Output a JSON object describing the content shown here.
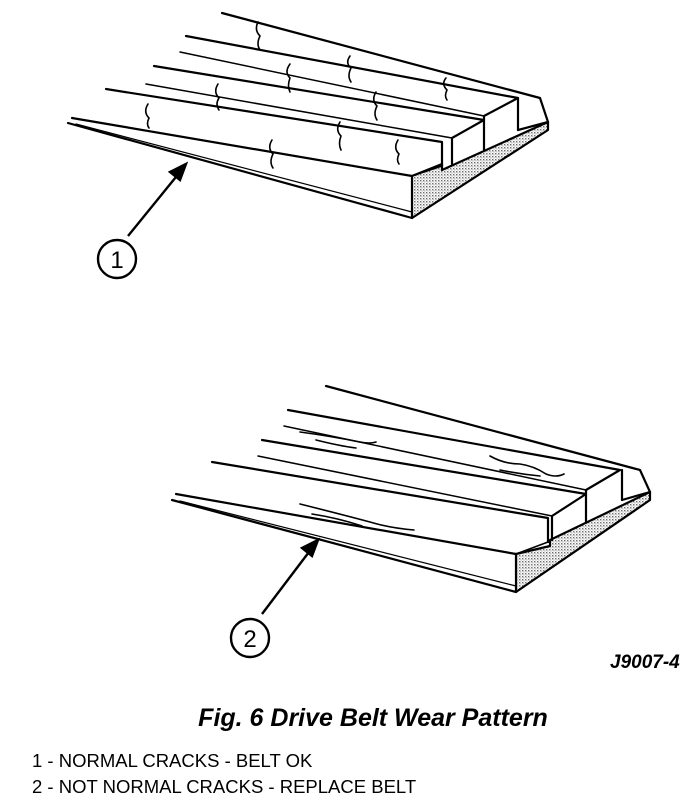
{
  "figure": {
    "id_code": "J9007-4",
    "caption": "Fig. 6 Drive Belt Wear Pattern"
  },
  "callouts": [
    {
      "number": "1",
      "meaning": "NORMAL CRACKS - BELT OK"
    },
    {
      "number": "2",
      "meaning": "NOT NORMAL CRACKS - REPLACE BELT"
    }
  ],
  "legend": [
    "1 - NORMAL CRACKS - BELT OK",
    "2 - NOT NORMAL CRACKS - REPLACE BELT"
  ],
  "colors": {
    "ink": "#000000",
    "shading": "#a9a9a9",
    "background": "#ffffff"
  }
}
